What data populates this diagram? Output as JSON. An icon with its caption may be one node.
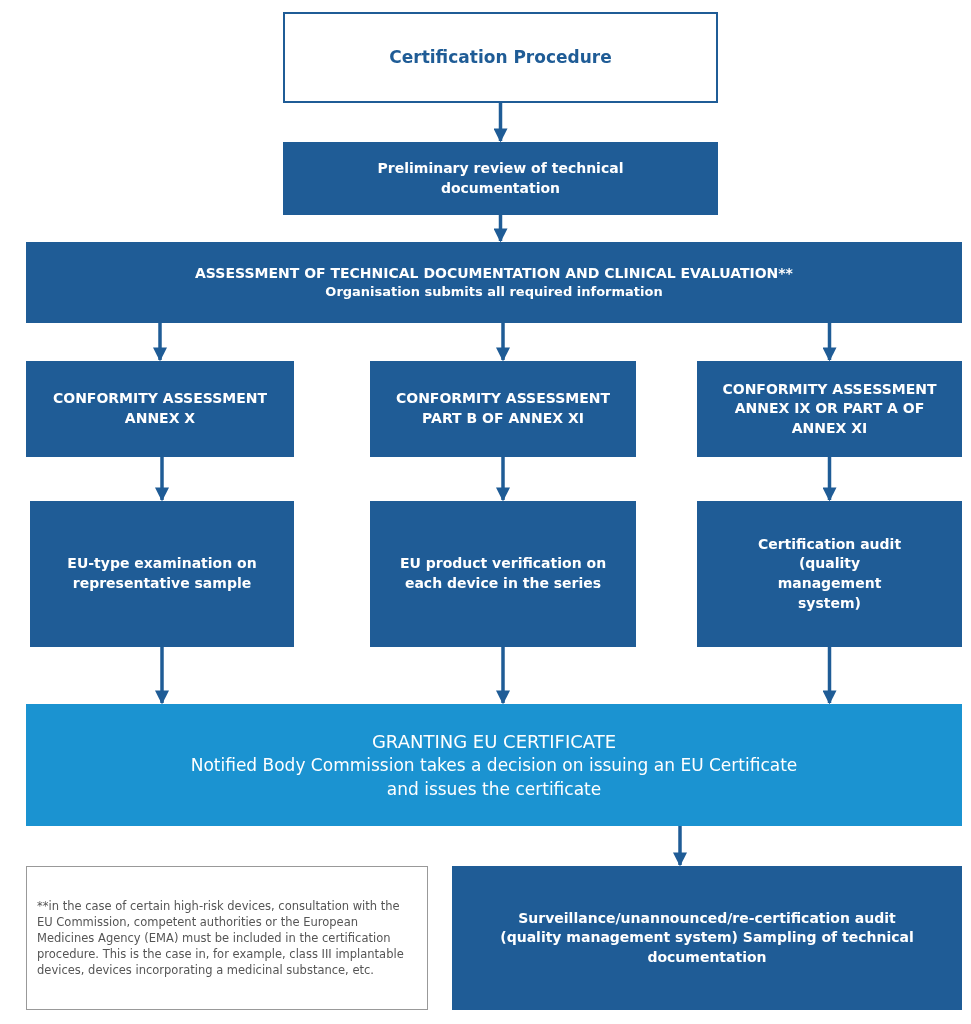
{
  "diagram": {
    "nodes": [
      {
        "text": [
          "Certification Procedure"
        ]
      },
      {
        "text": [
          "Preliminary review of technical documentation"
        ]
      },
      {
        "text": [
          "ASSESSMENT OF TECHNICAL DOCUMENTATION AND CLINICAL EVALUATION**",
          "Organisation submits all required information"
        ]
      },
      {
        "text": [
          "CONFORMITY ASSESSMENT ANNEX X"
        ]
      },
      {
        "text": [
          "CONFORMITY ASSESSMENT PART B OF ANNEX XI"
        ]
      },
      {
        "text": [
          "CONFORMITY ASSESSMENT ANNEX IX OR PART A OF ANNEX XI"
        ]
      },
      {
        "text": [
          "EU-type examination on representative sample"
        ]
      },
      {
        "text": [
          "EU product verification on each device in the series"
        ]
      },
      {
        "text": [
          "Certification audit (quality management system)"
        ]
      },
      {
        "text": [
          "GRANTING EU CERTIFICATE",
          "Notified Body Commission takes a decision on issuing an EU Certificate and issues the certificate"
        ]
      },
      {
        "text": [
          "**in the case of certain high-risk devices, consultation with the EU Commission, competent authorities or the European Medicines Agency (EMA) must be included in the certification procedure. This is the case in, for example, class III implantable devices, devices incorporating a medicinal substance, etc."
        ]
      },
      {
        "text": [
          "Surveillance/unannounced/re-certification audit (quality management system) Sampling of technical documentation"
        ]
      }
    ],
    "edges": [
      {
        "from": 0,
        "to": 1,
        "arrow": "to"
      },
      {
        "from": 1,
        "to": 2,
        "arrow": "to"
      },
      {
        "from": 2,
        "to": 3,
        "arrow": "to"
      },
      {
        "from": 2,
        "to": 4,
        "arrow": "to"
      },
      {
        "from": 2,
        "to": 5,
        "arrow": "to"
      },
      {
        "from": 3,
        "to": 6,
        "arrow": "to"
      },
      {
        "from": 4,
        "to": 7,
        "arrow": "to"
      },
      {
        "from": 5,
        "to": 8,
        "arrow": "to"
      },
      {
        "from": 6,
        "to": 9,
        "arrow": "to"
      },
      {
        "from": 7,
        "to": 9,
        "arrow": "to"
      },
      {
        "from": 8,
        "to": 9,
        "arrow": "to"
      },
      {
        "from": 9,
        "to": 11,
        "arrow": "to"
      }
    ]
  }
}
